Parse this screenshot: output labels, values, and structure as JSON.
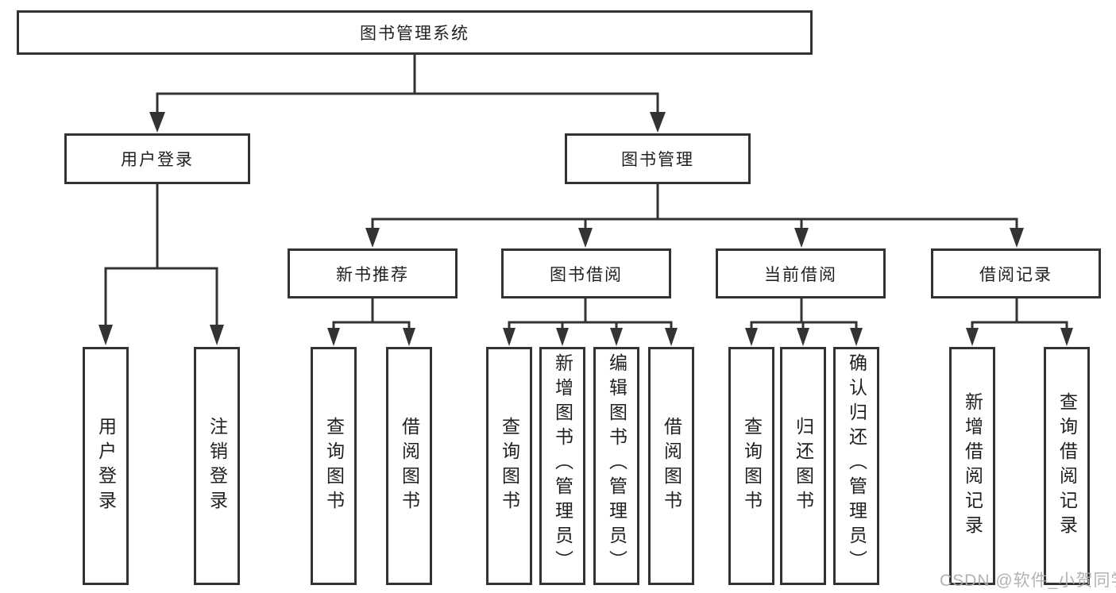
{
  "tree": {
    "root": "图书管理系统",
    "branches": [
      {
        "label": "用户登录",
        "children": [
          {
            "label": "用户登录"
          },
          {
            "label": "注销登录"
          }
        ]
      },
      {
        "label": "图书管理",
        "children": [
          {
            "label": "新书推荐",
            "children": [
              {
                "label": "查询图书"
              },
              {
                "label": "借阅图书"
              }
            ]
          },
          {
            "label": "图书借阅",
            "children": [
              {
                "label": "查询图书"
              },
              {
                "label": "新增图书（管理员）"
              },
              {
                "label": "编辑图书（管理员）"
              },
              {
                "label": "借阅图书"
              }
            ]
          },
          {
            "label": "当前借阅",
            "children": [
              {
                "label": "查询图书"
              },
              {
                "label": "归还图书"
              },
              {
                "label": "确认归还（管理员）"
              }
            ]
          },
          {
            "label": "借阅记录",
            "children": [
              {
                "label": "新增借阅记录"
              },
              {
                "label": "查询借阅记录"
              }
            ]
          }
        ]
      }
    ]
  },
  "watermark": {
    "text": "CSDN @软件_小贺同学"
  },
  "colors": {
    "line": "#333333",
    "box_border": "#333333",
    "text": "#1f1f1f",
    "watermark": "#acacac",
    "background": "#ffffff"
  }
}
